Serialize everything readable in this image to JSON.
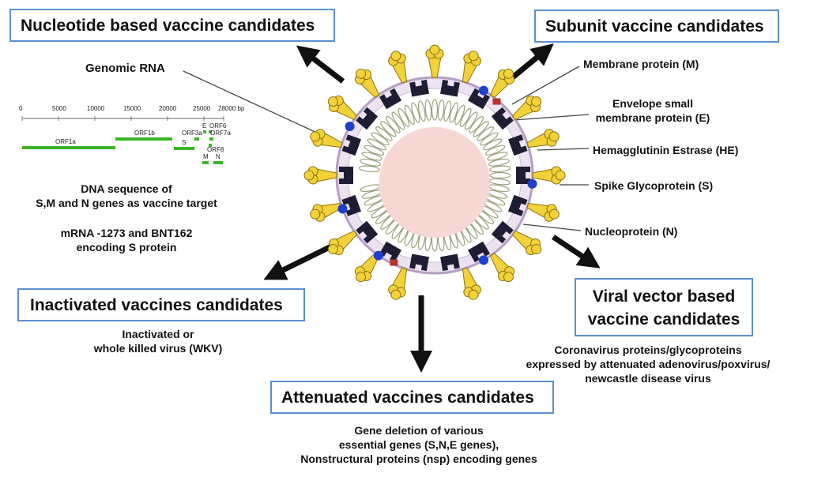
{
  "boxes": {
    "nucleotide": "Nucleotide based vaccine candidates",
    "subunit": "Subunit vaccine candidates",
    "inactivated": "Inactivated vaccines candidates",
    "viral_vector_line1": "Viral vector based",
    "viral_vector_line2": "vaccine candidates",
    "attenuated": "Attenuated vaccines candidates"
  },
  "labels": {
    "genomic_rna": "Genomic RNA",
    "membrane": "Membrane protein (M)",
    "envelope_line1": "Envelope small",
    "envelope_line2": "membrane protein (E)",
    "hemagglutinin": "Hemagglutinin Estrase (HE)",
    "spike": "Spike Glycoprotein (S)",
    "nucleoprotein": "Nucleoprotein (N)"
  },
  "descriptions": {
    "dna_line1": "DNA sequence of",
    "dna_line2": "S,M and N genes as vaccine target",
    "mrna_line1": "mRNA -1273 and BNT162",
    "mrna_line2": "encoding S protein",
    "inactivated_line1": "Inactivated or",
    "inactivated_line2": "whole killed virus (WKV)",
    "viral_line1": "Coronavirus proteins/glycoproteins",
    "viral_line2": "expressed by attenuated adenovirus/poxvirus/",
    "viral_line3": "newcastle disease virus",
    "attenuated_line1": "Gene deletion of various",
    "attenuated_line2": "essential genes (S,N,E genes),",
    "attenuated_line3": "Nonstructural proteins (nsp) encoding genes"
  },
  "genome_map": {
    "ticks": [
      "0",
      "5000",
      "10000",
      "15000",
      "20000",
      "25000",
      "28000 bp"
    ],
    "genes": [
      "ORF1a",
      "ORF1b",
      "ORF3a",
      "E",
      "ORF6",
      "ORF7a",
      "S",
      "ORF8",
      "M",
      "N"
    ]
  },
  "colors": {
    "box_border": "#5a8fd1",
    "spike": "#f2d13a",
    "membrane": "#1e1d33",
    "he": "#1d3fcf",
    "envelope": "#b8322e",
    "core": "#f7d7d3",
    "rna": "#9aa37c",
    "gene_bar": "#3ab526"
  }
}
